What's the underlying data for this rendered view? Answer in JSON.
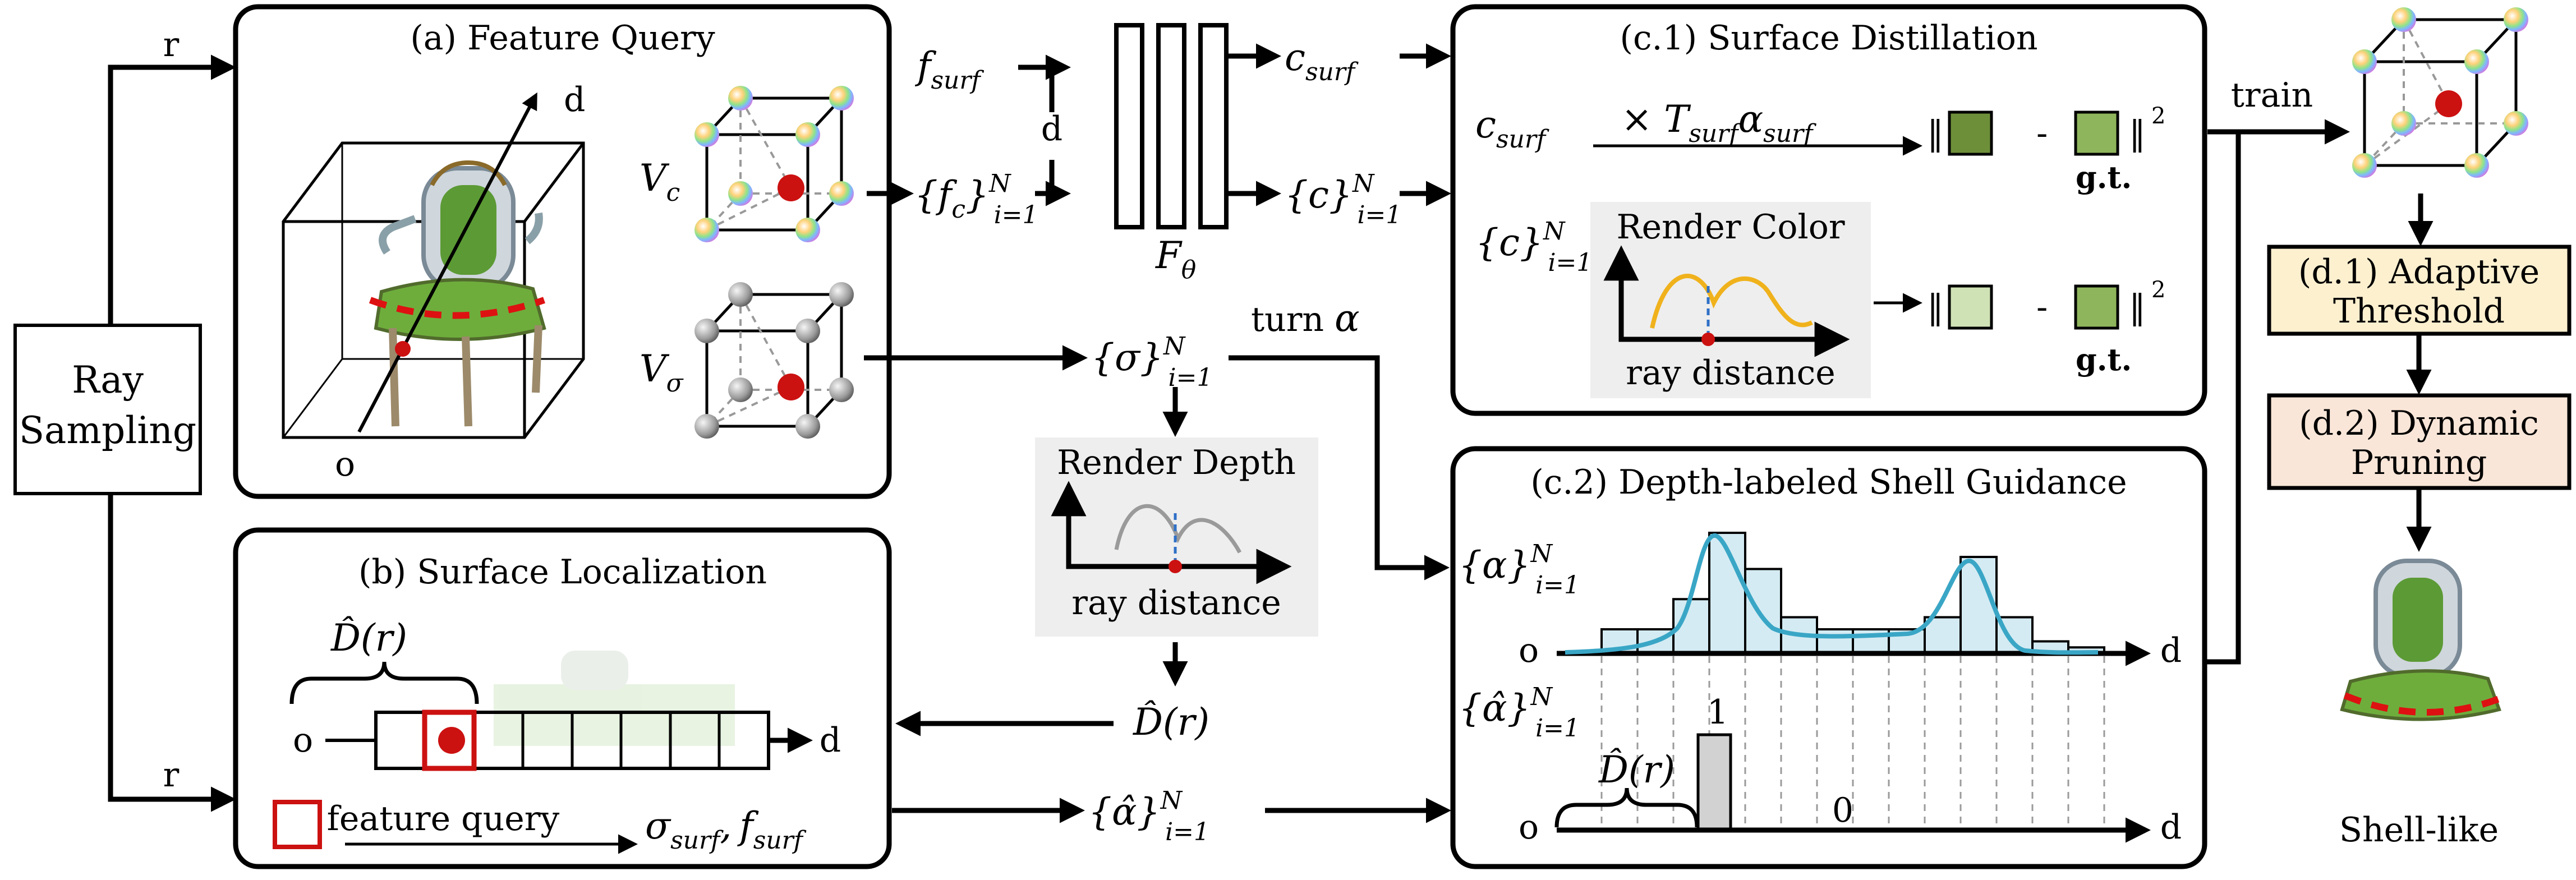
{
  "labels": {
    "ray_sampling_line1": "Ray",
    "ray_sampling_line2": "Sampling",
    "r_top": "r",
    "r_bottom": "r",
    "feature_query_title": "(a) Feature Query",
    "d_axis": "d",
    "o_origin": "o",
    "surface_localization_title": "(b) Surface Localization",
    "surface_distillation_title": "(c.1) Surface Distillation",
    "shell_guidance_title": "(c.2) Depth-labeled Shell Guidance",
    "adaptive_threshold_line1": "(d.1) Adaptive",
    "adaptive_threshold_line2": "Threshold",
    "dynamic_pruning_line1": "(d.2) Dynamic",
    "dynamic_pruning_line2": "Pruning",
    "render_depth": "Render Depth",
    "ray_distance": "ray distance",
    "render_color": "Render Color",
    "train": "train",
    "turn_alpha": "turn",
    "shell_like": "Shell-like",
    "feature_query_legend": "feature query",
    "gt": "g.t.",
    "one": "1",
    "zero": "0",
    "minus": "-",
    "norm_sq": "‖",
    "sq": "2"
  },
  "math": {
    "Vc": "V",
    "Vc_sub": "c",
    "Vsigma": "V",
    "Vsigma_sub": "σ",
    "f_surf": "f",
    "f_surf_sub": "surf",
    "f_c": "{f",
    "f_c_sub": "c",
    "f_c_close": "}",
    "F_theta": "F",
    "F_theta_sub": "θ",
    "c_surf": "c",
    "c_surf_sub": "surf",
    "c_set": "{c}",
    "sigma_set": "{σ}",
    "alpha_set": "{α}",
    "alpha_hat_set": "{α̂}",
    "D_hat": "D̂(r)",
    "times_T": "× T",
    "T_sub": "surf",
    "alpha_surf": "α",
    "alpha_surf_sub": "surf",
    "sigma_surf": "σ",
    "sigma_surf_sub": "surf",
    "comma": ",",
    "f_surf2": "f",
    "f_surf2_sub": "surf",
    "N": "N",
    "i1": "i=1",
    "alpha": "α"
  },
  "colors": {
    "dark_green": "#6e8f3a",
    "light_green": "#b5cf86",
    "light_green2": "#cfe2b5",
    "gt_green": "#8fb55c",
    "curve_yellow": "#f0b21c",
    "curve_gray": "#9a9a9a",
    "curve_blue": "#3aa6c6",
    "bar_fill": "#d4ebf3",
    "red": "#cc1111",
    "threshold_fill": "#fdf0cf",
    "pruning_fill": "#f9e6d8",
    "panel_gray": "#eeeeee"
  },
  "chart_alpha_bins": [
    0.2,
    0.2,
    0.45,
    1.0,
    0.7,
    0.3,
    0.2,
    0.2,
    0.2,
    0.3,
    0.8,
    0.3,
    0.1,
    0.05
  ],
  "icons": [
    "chair-image",
    "voxel-cube-color",
    "voxel-cube-gray",
    "red-point",
    "mlp-layers"
  ]
}
